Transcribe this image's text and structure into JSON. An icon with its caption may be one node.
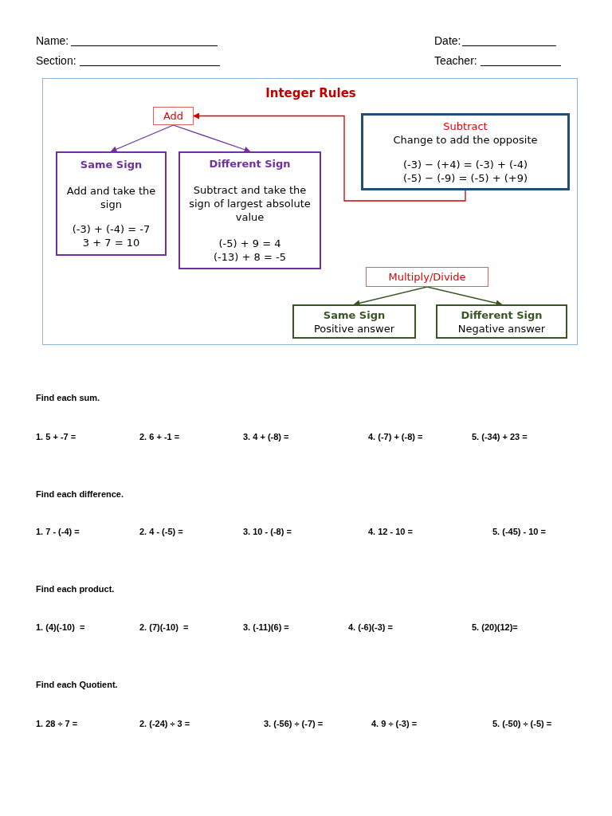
{
  "diagram": {
    "title": "Integer Rules",
    "nodes": [
      {
        "text": [
          "Add"
        ]
      },
      {
        "text": [
          "Same Sign",
          "Add and take the sign",
          "(-3) + (-4) = -7",
          "3 + 7 = 10"
        ]
      },
      {
        "text": [
          "Different Sign",
          "Subtract and take the sign of largest absolute value",
          "(-5) + 9 = 4",
          "(-13) + 8 = -5"
        ]
      },
      {
        "text": [
          "Subtract",
          "Change to add the opposite",
          "(-3) − (+4) = (-3) + (-4)",
          "(-5) − (-9) = (-5) + (+9)"
        ]
      },
      {
        "text": [
          "Multiply/Divide"
        ]
      },
      {
        "text": [
          "Same Sign",
          "Positive answer"
        ]
      },
      {
        "text": [
          "Different Sign",
          "Negative answer"
        ]
      }
    ],
    "edges": [
      {
        "from": 0,
        "to": 1,
        "arrow": "to",
        "color": "#7030a0"
      },
      {
        "from": 0,
        "to": 2,
        "arrow": "to",
        "color": "#7030a0"
      },
      {
        "from": 3,
        "to": 0,
        "arrow": "to",
        "color": "#d00000"
      },
      {
        "from": 4,
        "to": 5,
        "arrow": "to",
        "color": "#375623"
      },
      {
        "from": 4,
        "to": 6,
        "arrow": "to",
        "color": "#375623"
      }
    ],
    "labels": [
      "Name:",
      "Date:",
      "Section:",
      "Teacher:",
      "Find each sum.",
      "1. 5 + -7 =",
      "2. 6 + -1 =",
      "3. 4 + (-8) =",
      "4. (-7) + (-8) =",
      "5. (-34) + 23 =",
      "Find each difference.",
      "1. 7 - (-4) =",
      "2. 4 - (-5) =",
      "3. 10 - (-8) =",
      "4. 12 - 10 =",
      "5. (-45) - 10 =",
      "Find each product.",
      "1. (4)(-10)  =",
      "2. (7)(-10)  =",
      "3. (-11)(6) =",
      "4. (-6)(-3) =",
      "5. (20)(12)=",
      "Find each Quotient.",
      "1. 28 ÷ 7 =",
      "2. (-24) ÷ 3 =",
      "3. (-56) ÷ (-7) =",
      "4. 9 ÷ (-3) =",
      "5. (-50) ÷ (-5) ="
    ]
  }
}
